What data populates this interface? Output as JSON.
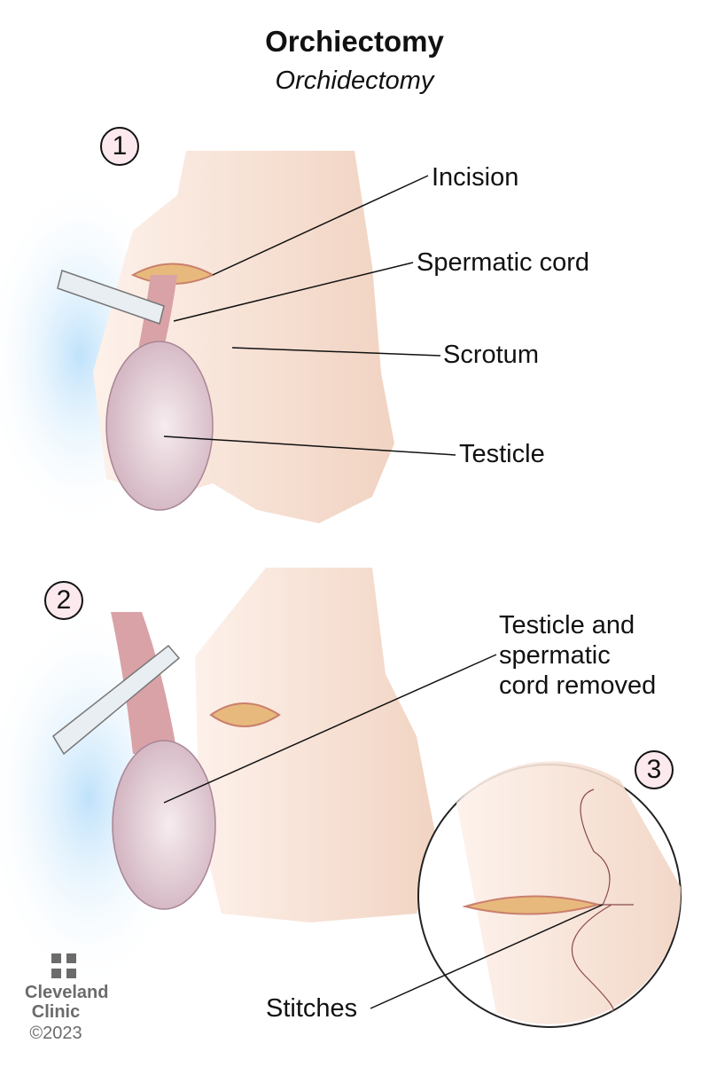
{
  "title": "Orchiectomy",
  "subtitle": "Orchidectomy",
  "steps": [
    "1",
    "2",
    "3"
  ],
  "labels": {
    "incision": "Incision",
    "spermatic_cord": "Spermatic cord",
    "scrotum": "Scrotum",
    "testicle": "Testicle",
    "removed_line1": "Testicle and",
    "removed_line2": "spermatic",
    "removed_line3": "cord removed",
    "stitches": "Stitches"
  },
  "logo": {
    "line1": "Cleveland",
    "line2": "Clinic",
    "copyright": "©2023"
  },
  "colors": {
    "skin": "#f3d9c8",
    "testicle": "#e6d2da",
    "cord": "#d9a2a6",
    "glow": "#d6ecfb",
    "badge": "#fbe9ee"
  }
}
